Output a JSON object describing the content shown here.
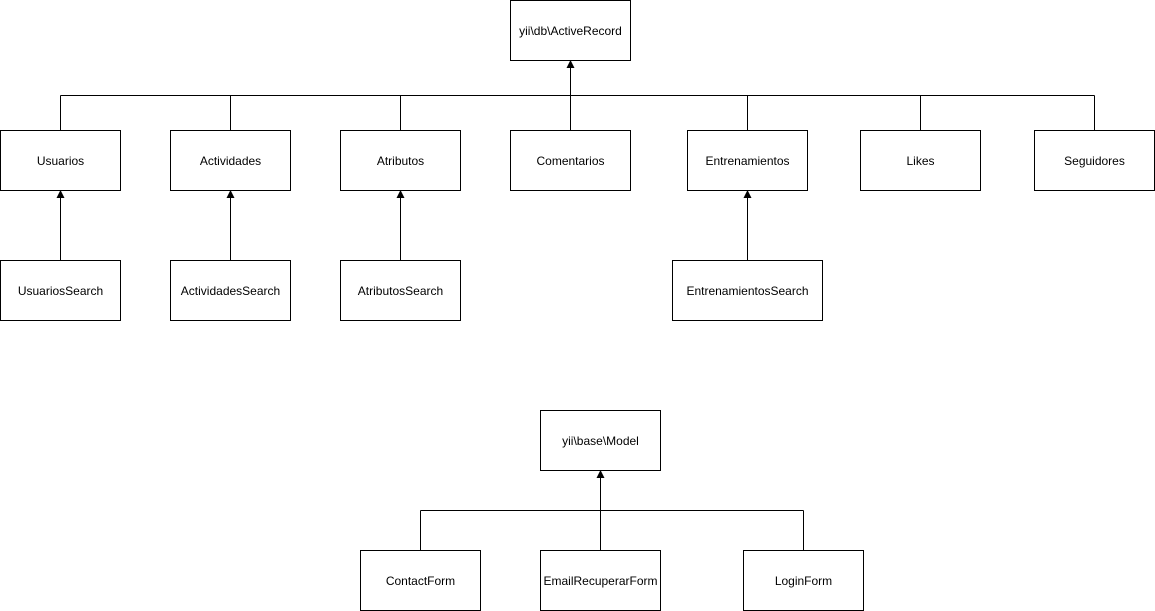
{
  "diagram": {
    "colors": {
      "stroke": "#000000",
      "fill": "#ffffff",
      "text": "#000000"
    },
    "groups": [
      {
        "root": {
          "id": "activerecord",
          "label": "yii\\db\\ActiveRecord"
        },
        "children": [
          {
            "id": "usuarios",
            "label": "Usuarios",
            "subclass": {
              "id": "usuarios-search",
              "label": "UsuariosSearch"
            }
          },
          {
            "id": "actividades",
            "label": "Actividades",
            "subclass": {
              "id": "actividades-search",
              "label": "ActividadesSearch"
            }
          },
          {
            "id": "atributos",
            "label": "Atributos",
            "subclass": {
              "id": "atributos-search",
              "label": "AtributosSearch"
            }
          },
          {
            "id": "comentarios",
            "label": "Comentarios"
          },
          {
            "id": "entrenamientos",
            "label": "Entrenamientos",
            "subclass": {
              "id": "entrenamientos-search",
              "label": "EntrenamientosSearch"
            }
          },
          {
            "id": "likes",
            "label": "Likes"
          },
          {
            "id": "seguidores",
            "label": "Seguidores"
          }
        ]
      },
      {
        "root": {
          "id": "model",
          "label": "yii\\base\\Model"
        },
        "children": [
          {
            "id": "contact-form",
            "label": "ContactForm"
          },
          {
            "id": "email-recuperar-form",
            "label": "EmailRecuperarForm"
          },
          {
            "id": "login-form",
            "label": "LoginForm"
          }
        ]
      }
    ]
  }
}
